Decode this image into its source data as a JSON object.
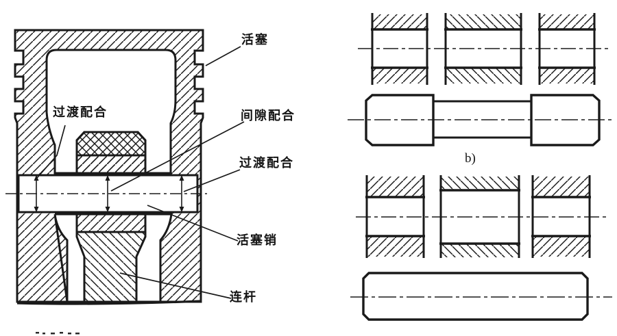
{
  "colors": {
    "ink": "#1a1a1a",
    "paper": "#ffffff"
  },
  "left_figure": {
    "labels": {
      "piston": "活塞",
      "transition_fit_upper": "过渡配合",
      "clearance_fit": "间隙配合",
      "transition_fit_lower": "过渡配合",
      "piston_pin": "活塞销",
      "connecting_rod": "连杆"
    }
  },
  "right_figure": {
    "subfigure_label_b": "b)"
  }
}
